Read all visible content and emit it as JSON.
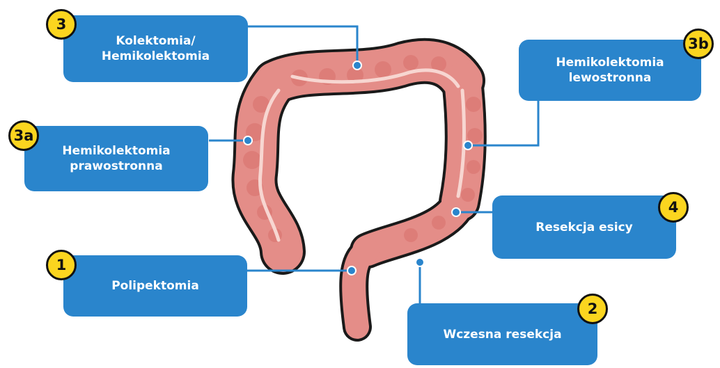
{
  "colors": {
    "box": "#2a85cc",
    "box_text": "#ffffff",
    "badge": "#fbd51f",
    "badge_border": "#111111",
    "colon": "#e48d88",
    "colon_outline": "#1a1a1a"
  },
  "procedures": [
    {
      "badge": "3",
      "lines": [
        "Kolektomia/",
        "Hemikolektomia"
      ]
    },
    {
      "badge": "3a",
      "lines": [
        "Hemikolektomia",
        "prawostronna"
      ]
    },
    {
      "badge": "3b",
      "lines": [
        "Hemikolektomia",
        "lewostronna"
      ]
    },
    {
      "badge": "4",
      "lines": [
        "Resekcja esicy"
      ]
    },
    {
      "badge": "1",
      "lines": [
        "Polipektomia"
      ]
    },
    {
      "badge": "2",
      "lines": [
        "Wczesna resekcja"
      ]
    }
  ]
}
